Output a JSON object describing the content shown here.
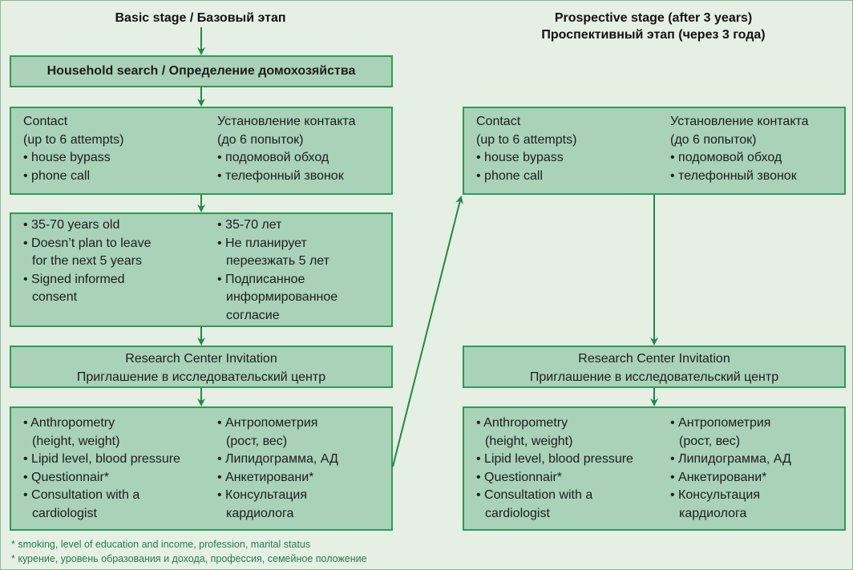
{
  "headers": {
    "basic": "Basic stage / Базовый этап",
    "prospective_en": "Prospective stage (after 3 years)",
    "prospective_ru": "Проспективный этап (через 3 года)"
  },
  "basic": {
    "household": "Household search / Определение домохозяйства",
    "contact": {
      "left": [
        "Contact",
        "(up to 6 attempts)",
        "• house bypass",
        "• phone call"
      ],
      "right": [
        "Установление контакта",
        "(до 6 попыток)",
        "• подомовой обход",
        "• телефонный звонок"
      ]
    },
    "criteria": {
      "left": [
        "• 35-70 years old",
        "• Doesn’t plan to leave",
        "  for the next 5 years",
        "• Signed informed",
        "  consent"
      ],
      "right": [
        "• 35-70 лет",
        "• Не планирует",
        "  переезжать 5 лет",
        "• Подписанное",
        "  информированное",
        "  согласие"
      ]
    },
    "invitation": [
      "Research Center Invitation",
      "Приглашение в исследовательский центр"
    ],
    "exam": {
      "left": [
        "• Anthropometry",
        "  (height, weight)",
        "• Lipid level, blood pressure",
        "• Questionnair*",
        "• Consultation with a",
        "  cardiologist"
      ],
      "right": [
        "• Антропометрия",
        "  (рост, вес)",
        "• Липидограмма, АД",
        "• Анкетировани*",
        "• Консультация",
        "  кардиолога"
      ]
    }
  },
  "prospective": {
    "contact": {
      "left": [
        "Contact",
        "(up to 6 attempts)",
        "• house bypass",
        "• phone call"
      ],
      "right": [
        "Установление контакта",
        "(до 6 попыток)",
        "• подомовой обход",
        "• телефонный звонок"
      ]
    },
    "invitation": [
      "Research Center Invitation",
      "Приглашение в исследовательский центр"
    ],
    "exam": {
      "left": [
        "• Anthropometry",
        "  (height, weight)",
        "• Lipid level, blood pressure",
        "• Questionnair*",
        "• Consultation with a",
        "  cardiologist"
      ],
      "right": [
        "• Антропометрия",
        "  (рост, вес)",
        "• Липидограмма, АД",
        "• Анкетировани*",
        "• Консультация",
        "  кардиолога"
      ]
    }
  },
  "footnotes": [
    "* smoking, level of education and income, profession, marital status",
    "* курение, уровень образования и дохода, профессия, семейное положение"
  ],
  "colors": {
    "box_fill": "#a9d2b8",
    "box_border": "#2f9a5c",
    "arrow": "#1e8a4c",
    "background": "#e6efe3"
  }
}
